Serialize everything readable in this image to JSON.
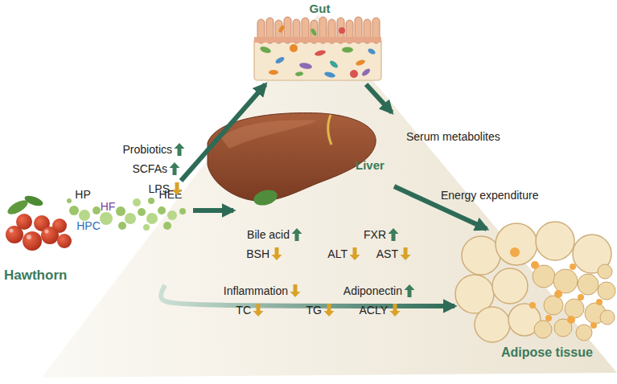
{
  "diagram": {
    "nodes": [
      {
        "text": [
          "Gut"
        ]
      },
      {
        "text": [
          "Liver"
        ]
      },
      {
        "text": [
          "Hawthorn"
        ]
      },
      {
        "text": [
          "Adipose tissue"
        ]
      }
    ],
    "edges": [
      {
        "from": 2,
        "to": 0,
        "arrow": "to"
      },
      {
        "from": 2,
        "to": 1,
        "arrow": "to"
      },
      {
        "from": 2,
        "to": 3,
        "arrow": "to"
      },
      {
        "from": 0,
        "to": 1,
        "label": "Serum metabolites",
        "arrow": "to"
      },
      {
        "from": 1,
        "to": 3,
        "label": "Energy expenditure",
        "arrow": "to"
      }
    ],
    "labels": [
      "HP",
      "HF",
      "HEE",
      "HPC",
      "Probiotics",
      "SCFAs",
      "LPS",
      "Bile acid",
      "FXR",
      "BSH",
      "ALT",
      "AST",
      "Inflammation",
      "Adiponectin",
      "TC",
      "TG",
      "ACLY"
    ]
  }
}
